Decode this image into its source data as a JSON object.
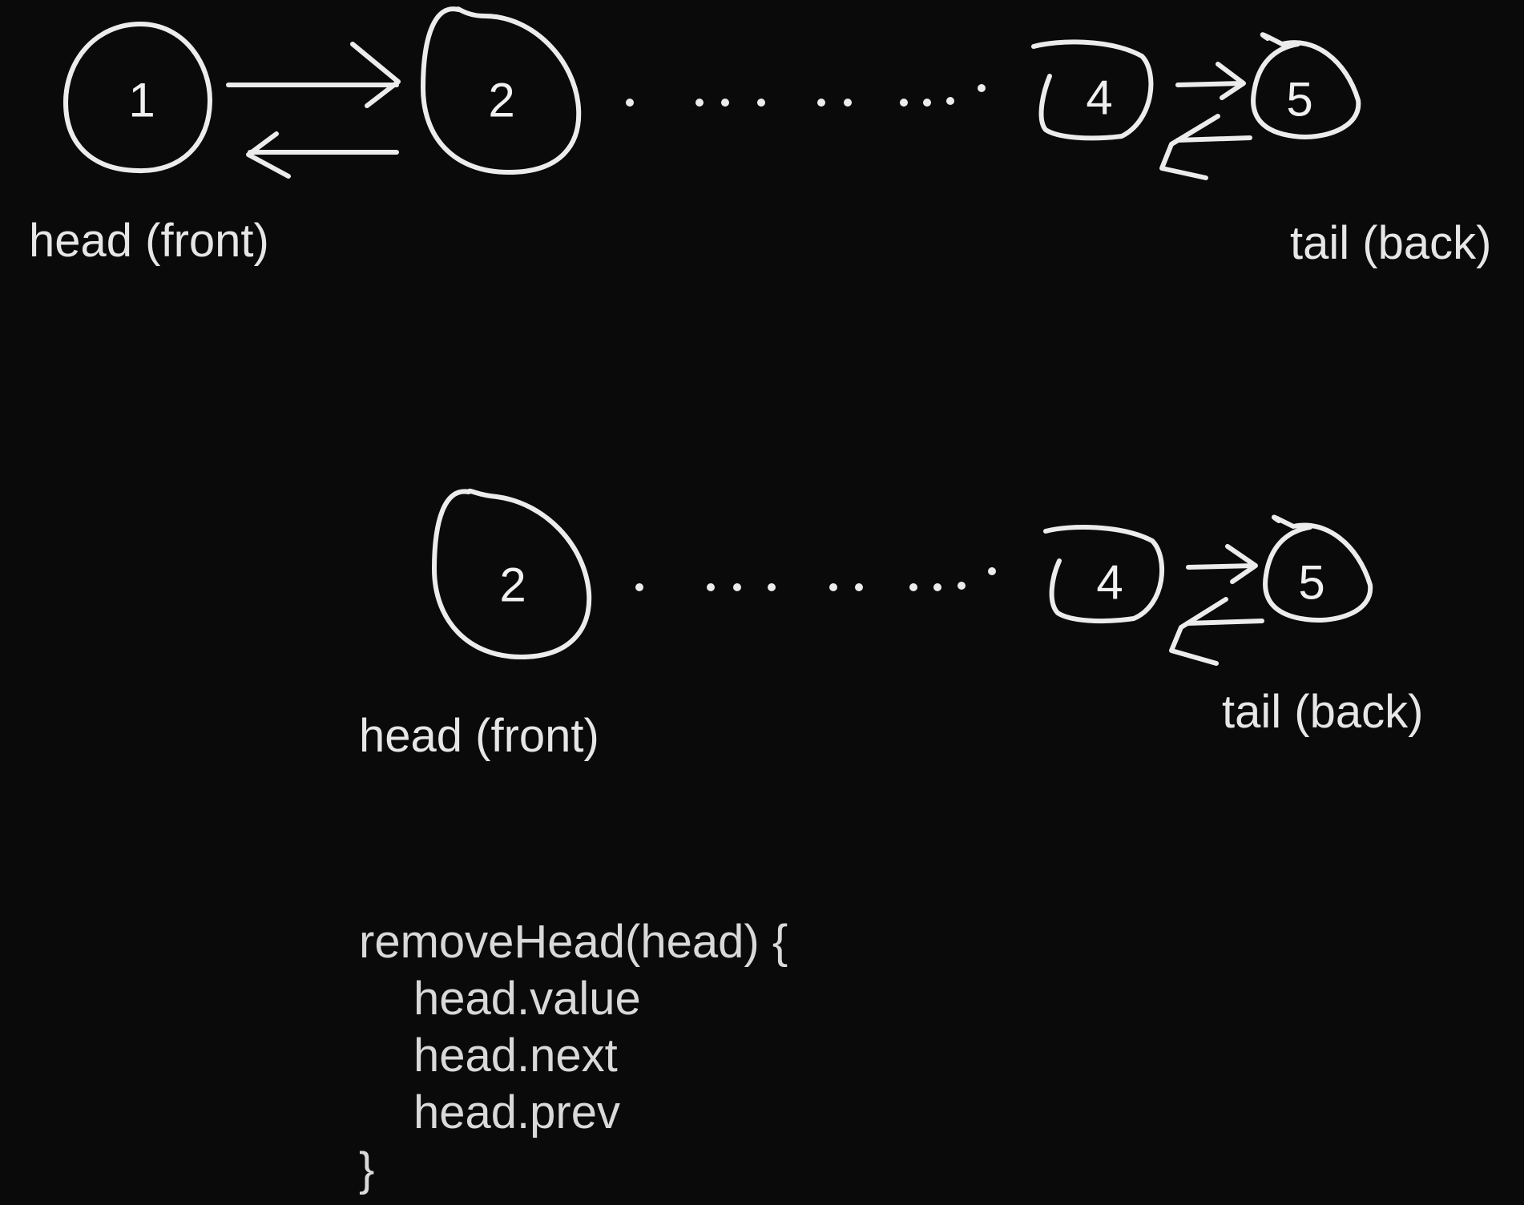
{
  "diagram": {
    "top_list": {
      "nodes": [
        "1",
        "2",
        "4",
        "5"
      ],
      "ellipsis": ". ... .. ...",
      "head_label": "head (front)",
      "tail_label": "tail (back)"
    },
    "bottom_list": {
      "nodes": [
        "2",
        "4",
        "5"
      ],
      "ellipsis": ". ... .. ...",
      "head_label": "head (front)",
      "tail_label": "tail (back)"
    }
  },
  "code": {
    "lines": [
      "removeHead(head) {",
      "head.value",
      "head.next",
      "head.prev",
      "}"
    ]
  },
  "colors": {
    "background": "#0a0a0a",
    "ink": "#ececec"
  }
}
